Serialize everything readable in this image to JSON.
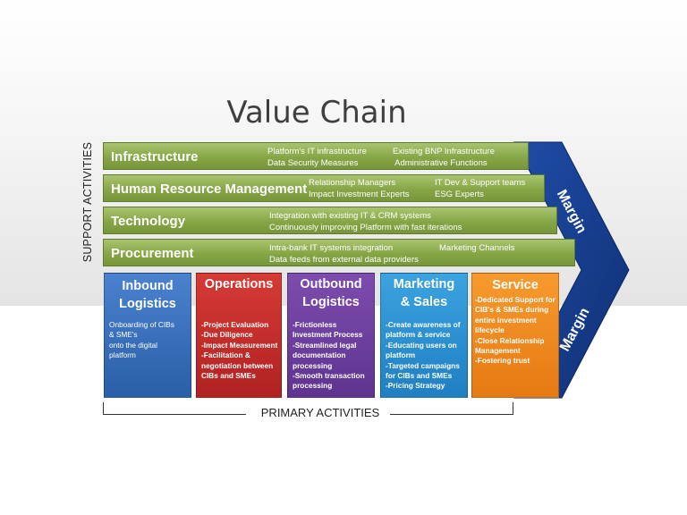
{
  "title": "Value Chain",
  "support_label": "SUPPORT ACTIVITIES",
  "primary_label": "PRIMARY ACTIVITIES",
  "margin_label": "Margin",
  "colors": {
    "support_bar": "#86a646",
    "inbound": "#2f66b3",
    "operations": "#c0292a",
    "outbound": "#6b3e9a",
    "marketing": "#2a8fd0",
    "service": "#f08a1c",
    "margin": "#1a3e8c"
  },
  "support": [
    {
      "title": "Infrastructure",
      "notes": [
        "Platform's IT infrastructure\nData Security Measures",
        "Existing BNP Infrastructure\n Administrative Functions"
      ]
    },
    {
      "title": "Human Resource Management",
      "notes": [
        "Relationship Managers\nImpact Investment Experts",
        "IT Dev & Support teams\nESG Experts"
      ]
    },
    {
      "title": "Technology",
      "notes": [
        "Integration with existing IT & CRM systems\nContinuously improving Platform with fast iterations"
      ]
    },
    {
      "title": "Procurement",
      "notes": [
        "Intra-bank IT systems integration\nData feeds from external data providers",
        "Marketing Channels"
      ]
    }
  ],
  "primary": [
    {
      "title": "Inbound\nLogistics",
      "body": "Onboarding of CIBs\n& SME's\nonto the digital\nplatform"
    },
    {
      "title": "Operations",
      "body": "-Project Evaluation\n-Due Diligence\n-Impact Measurement\n-Facilitation &\nnegotiation between\nCIBs and SMEs"
    },
    {
      "title": "Outbound\nLogistics",
      "body": "-Frictionless\nInvestment Process\n-Streamlined legal\ndocumentation\nprocessing\n-Smooth transaction\nprocessing"
    },
    {
      "title": "Marketing\n& Sales",
      "body": "-Create awareness of\nplatform & service\n-Educating users on\nplatform\n-Targeted campaigns\nfor CIBs and SMEs\n-Pricing Strategy"
    },
    {
      "title": "Service",
      "body": "-Dedicated Support for\nCIB's & SMEs during\nentire investment\nlifecycle\n-Close Relationship\nManagement\n-Fostering trust"
    }
  ]
}
